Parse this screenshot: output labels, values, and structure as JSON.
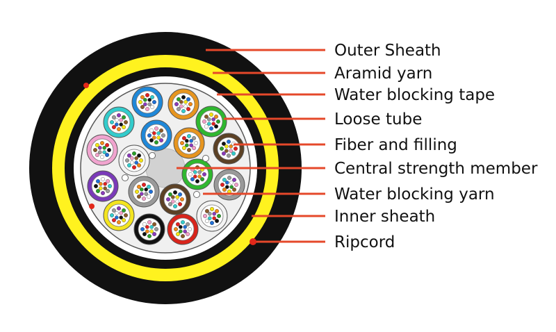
{
  "labels": {
    "outer_sheath": "Outer Sheath",
    "aramid_yarn": "Aramid yarn",
    "water_blocking_tape": "Water blocking tape",
    "loose_tube": "Loose tube",
    "fiber_and_filling": "Fiber and filling",
    "central_strength_member": "Central strength member",
    "water_blocking_yarn": "Water blocking yarn",
    "inner_sheath": "Inner sheath",
    "ripcord": "Ripcord"
  },
  "colors": {
    "leader": "#e5482a",
    "outer_sheath": "#111111",
    "aramid_yarn": "#fff21f",
    "inner_sheath": "#111111",
    "tape": "#ffffff",
    "core": "#f0f0f0",
    "central_member": "#d2d2d2",
    "ripcord": "#e2281a"
  },
  "fiber_colors": [
    "#1f6fd6",
    "#f08a1a",
    "#2aa02a",
    "#8a5a2a",
    "#9a9a9a",
    "#ffffff",
    "#e32020",
    "#111111",
    "#f5e514",
    "#8a3ab9",
    "#f29fc8",
    "#33cccc"
  ],
  "tubes": [
    {
      "name": "tube-blue-top",
      "color": "#1f88d9"
    },
    {
      "name": "tube-orange-top",
      "color": "#e7951f"
    },
    {
      "name": "tube-green-right",
      "color": "#2fb82f"
    },
    {
      "name": "tube-cyan",
      "color": "#33cccc"
    },
    {
      "name": "tube-blue-inner",
      "color": "#1f88d9"
    },
    {
      "name": "tube-orange-inner",
      "color": "#e7951f"
    },
    {
      "name": "tube-brown-right",
      "color": "#5c4125"
    },
    {
      "name": "tube-pink",
      "color": "#f1a4cf"
    },
    {
      "name": "tube-white-inner",
      "color": "#f4f4f4"
    },
    {
      "name": "tube-green-inner",
      "color": "#2fb82f"
    },
    {
      "name": "tube-gray-right",
      "color": "#9a9a9a"
    },
    {
      "name": "tube-purple",
      "color": "#7a3ab9"
    },
    {
      "name": "tube-gray-inner",
      "color": "#9a9a9a"
    },
    {
      "name": "tube-brown-inner",
      "color": "#5c4125"
    },
    {
      "name": "tube-white-right",
      "color": "#f4f4f4"
    },
    {
      "name": "tube-yellow",
      "color": "#f3e420"
    },
    {
      "name": "tube-black",
      "color": "#111111"
    },
    {
      "name": "tube-red",
      "color": "#d9241b"
    }
  ]
}
